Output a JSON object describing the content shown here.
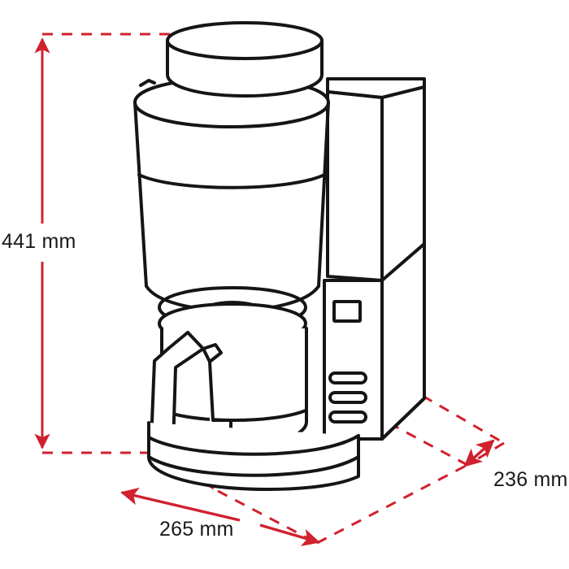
{
  "drawing": {
    "title": "Coffee Maker Dimensioned Technical Drawing",
    "subject": "drip coffee machine with bean hopper, glass carafe and control tower",
    "view": "isometric outline drawing",
    "background_color": "#ffffff",
    "outline_color": "#151515",
    "dimension_color": "#d0212f",
    "label_text_color": "#1a1a1a"
  },
  "dimensions": {
    "height": {
      "label": "441 mm",
      "value": 441,
      "unit": "mm",
      "axis": "vertical",
      "position": "left",
      "arrow_style": "double-ended-split"
    },
    "width": {
      "label": "265 mm",
      "value": 265,
      "unit": "mm",
      "axis": "horizontal",
      "position": "bottom",
      "arrow_style": "double-ended-split"
    },
    "depth": {
      "label": "236 mm",
      "value": 236,
      "unit": "mm",
      "axis": "diagonal-depth",
      "position": "bottom-right",
      "arrow_style": "double-ended"
    }
  },
  "parts": {
    "hopper_lid": "bean-hopper-lid",
    "main_body": "main-body",
    "body_band": "body-seam-band",
    "brew_outlet": "brew-outlet",
    "carafe": "glass-carafe",
    "carafe_handle": "carafe-handle",
    "base": "machine-base",
    "tower": "control-tower",
    "display": "display-window",
    "buttons": [
      "control-button-1",
      "control-button-2",
      "control-button-3"
    ]
  }
}
